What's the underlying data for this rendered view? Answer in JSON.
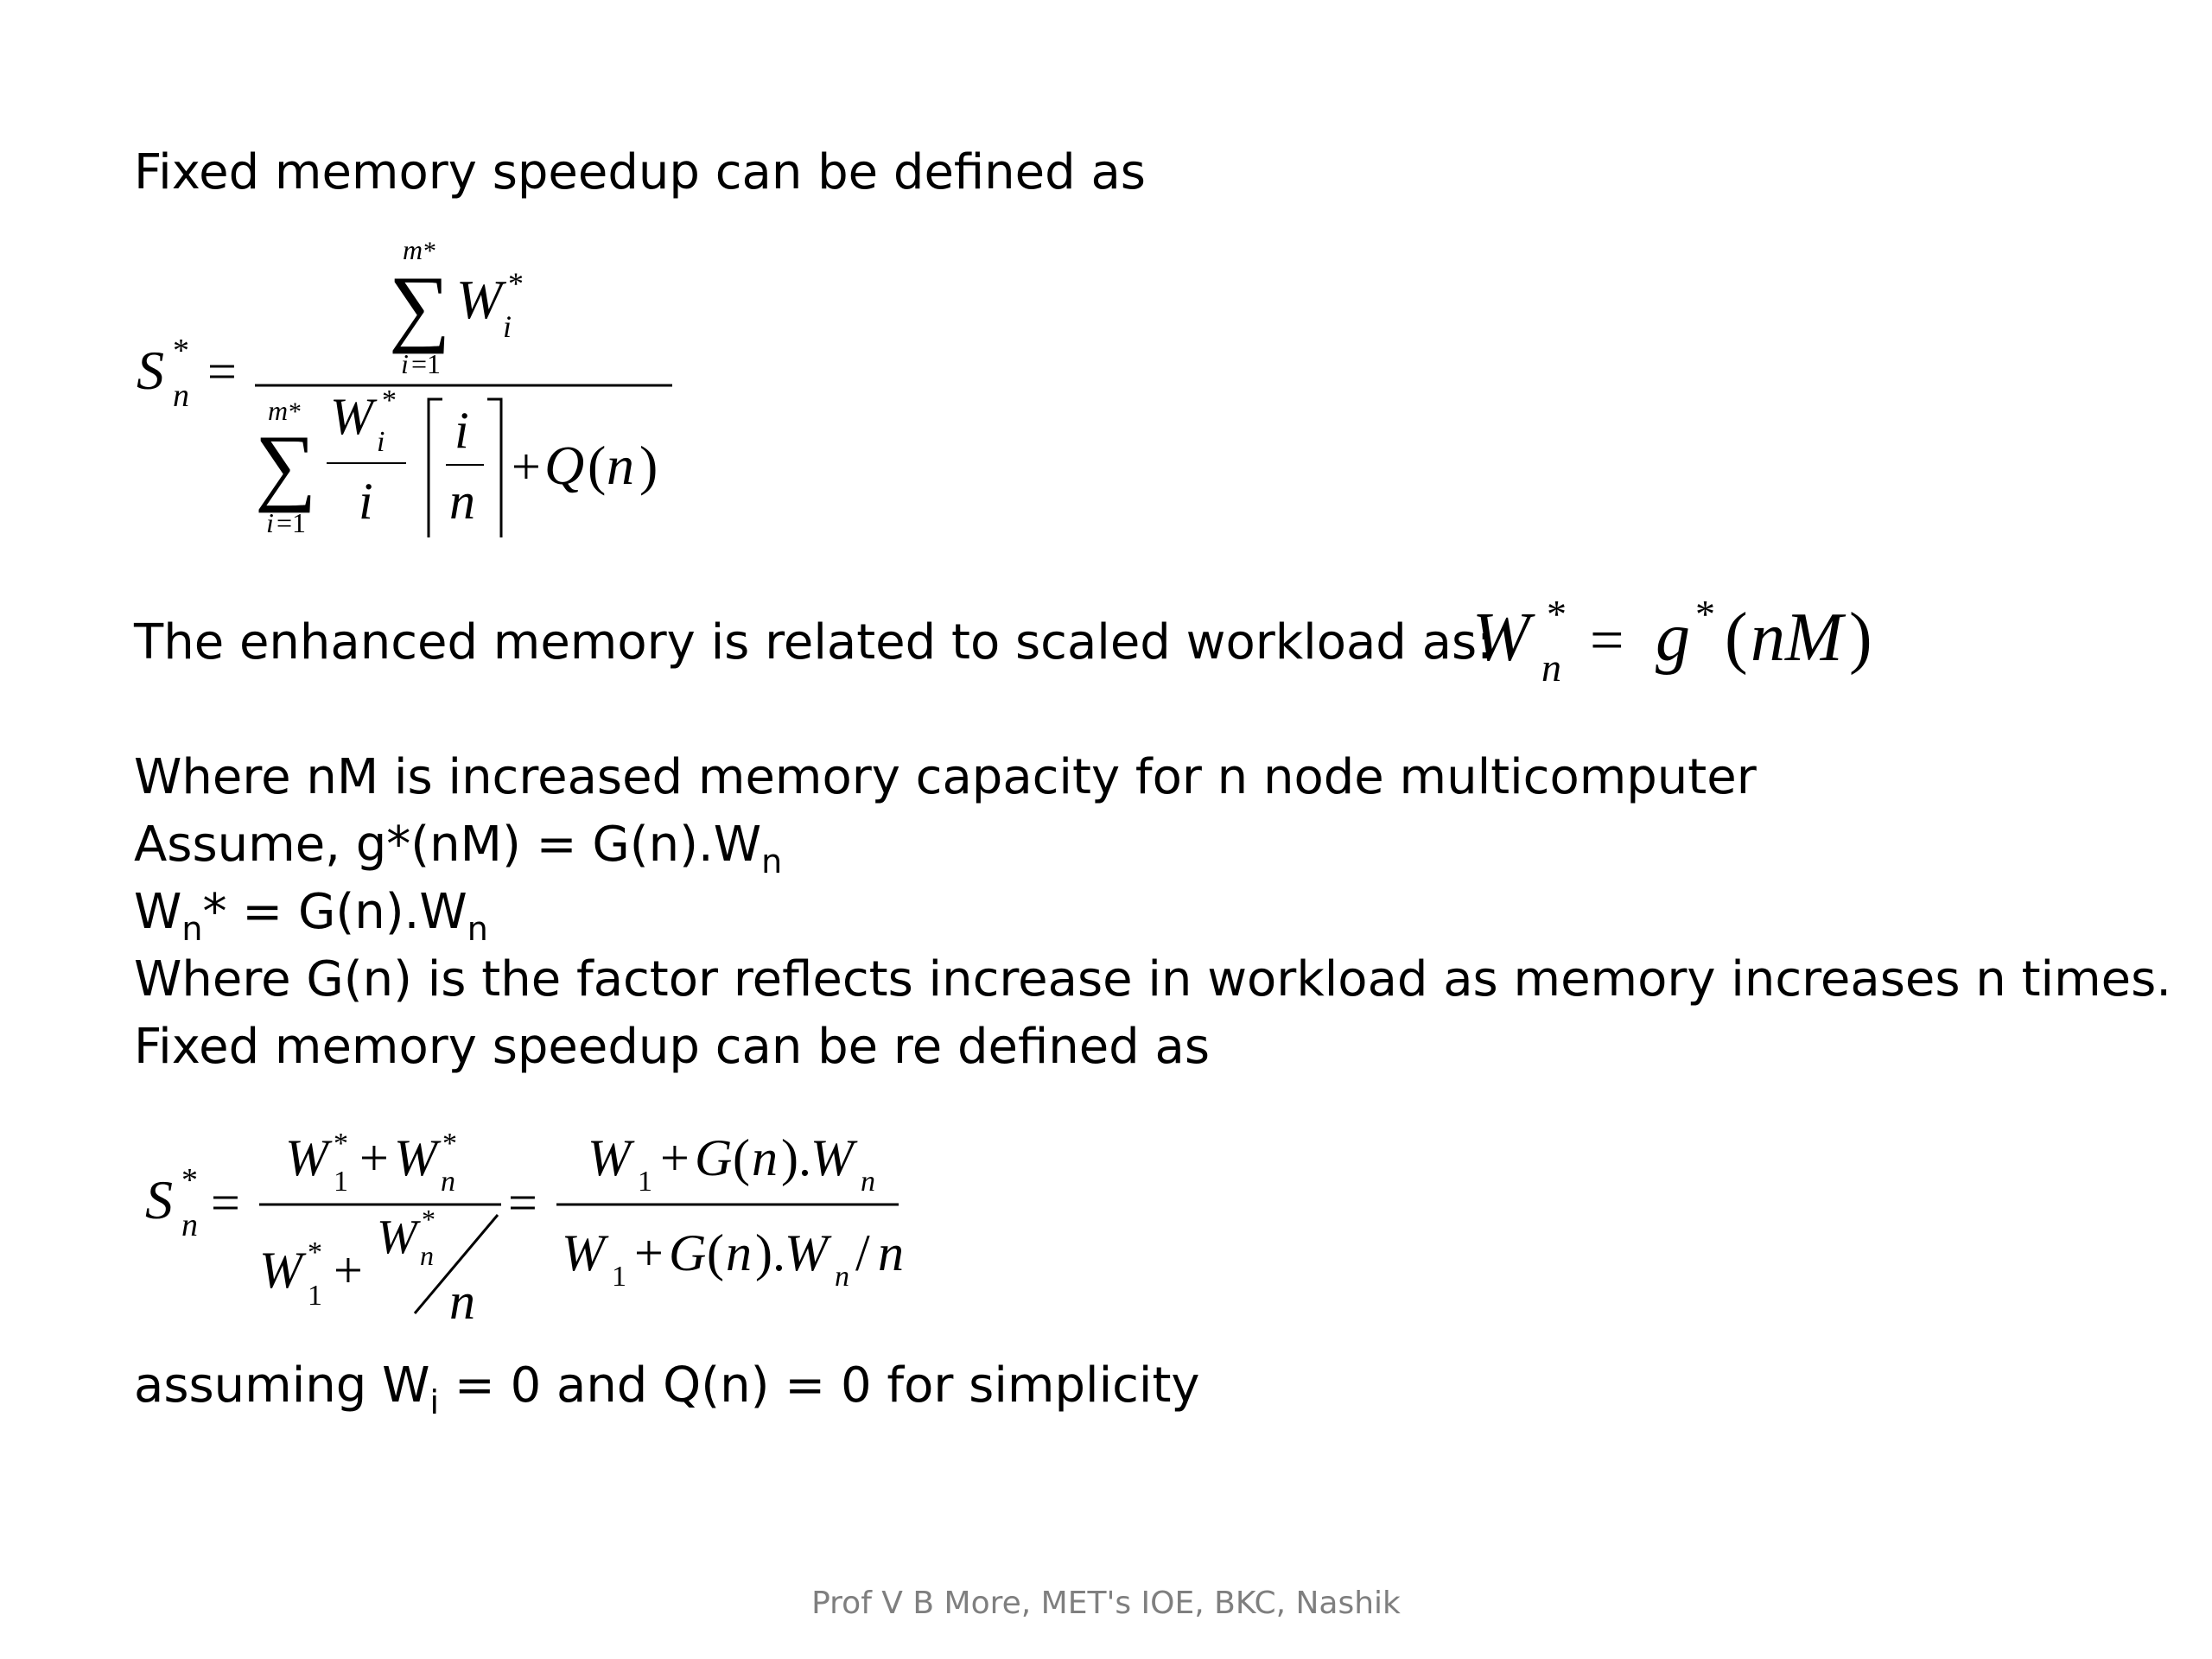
{
  "slide": {
    "intro": "Fixed memory speedup can be defined as",
    "enhanced_text": "The enhanced memory is related to scaled workload as:",
    "line_where_nm": "Where nM is increased memory capacity for n node multicomputer",
    "assume_prefix": "Assume, g*(nM) = G(n).W",
    "assume_sub": "n",
    "wn_a": "W",
    "wn_a_sub": "n",
    "wn_b": "* = G(n).W",
    "wn_b_sub": "n",
    "line_where_gn": "Where G(n) is the factor reflects increase in workload as memory increases n times.",
    "redefined": "Fixed memory speedup can be re defined as",
    "assuming_prefix": "assuming W",
    "assuming_sub": "i",
    "assuming_suffix": " = 0 and Q(n) = 0 for simplicity",
    "footer": "Prof V B More, MET's IOE, BKC, Nashik"
  }
}
